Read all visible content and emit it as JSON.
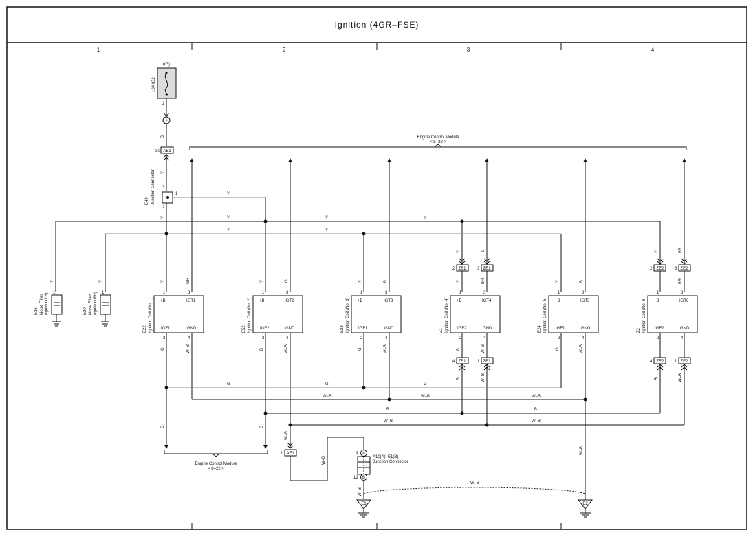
{
  "title": "Ignition (4GR–FSE)",
  "zones": [
    "1",
    "2",
    "3",
    "4"
  ],
  "fuse": {
    "group": "(IG)",
    "name": "10A IG2",
    "pin": "2"
  },
  "junction_2": "2",
  "ecm_top": {
    "name": "Engine Control Module",
    "ref": "< 8–22 >"
  },
  "ecm_bottom": {
    "name": "Engine Control Module",
    "ref": "< 8–22 >"
  },
  "connectors": {
    "ae1": "AE1",
    "ze1": "ZE1",
    "ze2": "ZE2"
  },
  "pins": {
    "ae1_top": "30",
    "ae1_bottom": "1",
    "e49_3": "3",
    "e49_1": "1",
    "e49_2": "2",
    "e36_1": "1",
    "e20_1": "1",
    "ze1_y_top": "2",
    "ze1_l_top": "3",
    "ze2_y_top": "2",
    "ze2_br_top": "3",
    "ze1_b_bot": "4",
    "ze1_wb_bot": "1",
    "ze2_b_bot": "4",
    "ze2_wb_bot": "1",
    "a10_9": "9",
    "a10_12": "12",
    "a10_A": "A",
    "a10_B": "B"
  },
  "e49": {
    "id": "E49",
    "name": "Junction Connector"
  },
  "noise_filters": [
    {
      "id": "E36",
      "name": "Noise Filter",
      "sub": "(Ignition LH)"
    },
    {
      "id": "E20",
      "name": "Noise Filter",
      "sub": "(Ignition RH)"
    }
  ],
  "coils": [
    {
      "id": "E22",
      "name": "Ignition Coil (No. 1)",
      "b": "+B",
      "igt": "IGT1",
      "igf": "IGF1",
      "gnd": "GND",
      "p1": "1",
      "p2": "2",
      "p3": "3",
      "p4": "4",
      "w_b": "Y",
      "w_igt": "GR",
      "w_igf": "G",
      "w_gnd": "W–B"
    },
    {
      "id": "E52",
      "name": "Ignition Coil (No. 2)",
      "b": "+B",
      "igt": "IGT2",
      "igf": "IGF2",
      "gnd": "GND",
      "p1": "1",
      "p2": "2",
      "p3": "3",
      "p4": "4",
      "w_b": "Y",
      "w_igt": "G",
      "w_igf": "B",
      "w_gnd": "W–B"
    },
    {
      "id": "E23",
      "name": "Ignition Coil (No. 3)",
      "b": "+B",
      "igt": "IGT3",
      "igf": "IGF1",
      "gnd": "GND",
      "p1": "1",
      "p2": "2",
      "p3": "3",
      "p4": "4",
      "w_b": "Y",
      "w_igt": "B",
      "w_igf": "G",
      "w_gnd": "W–B"
    },
    {
      "id": "Z1",
      "name": "Ignition Coil (No. 4)",
      "b": "+B",
      "igt": "IGT4",
      "igf": "IGF2",
      "gnd": "GND",
      "p1": "1",
      "p2": "2",
      "p3": "3",
      "p4": "4",
      "w_b": "Y",
      "w_igt": "BR",
      "w_igf": "B",
      "w_gnd": "W–B"
    },
    {
      "id": "E24",
      "name": "Ignition Coil (No. 5)",
      "b": "+B",
      "igt": "IGT5",
      "igf": "IGF1",
      "gnd": "GND",
      "p1": "1",
      "p2": "2",
      "p3": "3",
      "p4": "4",
      "w_b": "Y",
      "w_igt": "B",
      "w_igf": "G",
      "w_gnd": "W–B"
    },
    {
      "id": "Z2",
      "name": "Ignition Coil (No. 6)",
      "b": "+B",
      "igt": "IGT6",
      "igf": "IGF2",
      "gnd": "GND",
      "p1": "1",
      "p2": "2",
      "p3": "3",
      "p4": "4",
      "w_b": "Y",
      "w_igt": "BR",
      "w_igf": "B",
      "w_gnd": "W–B"
    }
  ],
  "a10": {
    "id": "A10(A), E1(B)",
    "name": "Junction Connector"
  },
  "grounds": {
    "e1": "E1",
    "e2": "E2"
  },
  "wires": {
    "fuse_out": "B",
    "ig_y": "Y",
    "e49_out": "Y",
    "y_bus": "Y",
    "y_bus2": "Y",
    "y_bus3": "Y",
    "y2_bus": "Y",
    "y2_bus2": "Y",
    "filter_y": "Y",
    "filter2_y": "Y",
    "ze_y": "Y",
    "ze_l": "L",
    "ze_br": "BR",
    "ze2_y": "Y",
    "ze2_br": "BR",
    "ze2_br2": "BR",
    "ze_b": "B",
    "ze_wb": "W–B",
    "ze2_b": "B",
    "ze2_wb": "W–B",
    "g_bus": "G",
    "g_bus2": "G",
    "g_bus3": "G",
    "wb_bus": "W–B",
    "wb_bus2": "W–B",
    "wb_bus3": "W–B",
    "b_bus": "B",
    "b_bus2": "B",
    "wb_bus_low": "W–B",
    "wb_bus_low2": "W–B",
    "ecm_g": "G",
    "ecm_b": "B",
    "ae1_wb": "W–B",
    "a10_wb": "W–B",
    "e1_wb": "W–B",
    "e2_wb": "W–B",
    "gnd_wb": "W–B"
  }
}
